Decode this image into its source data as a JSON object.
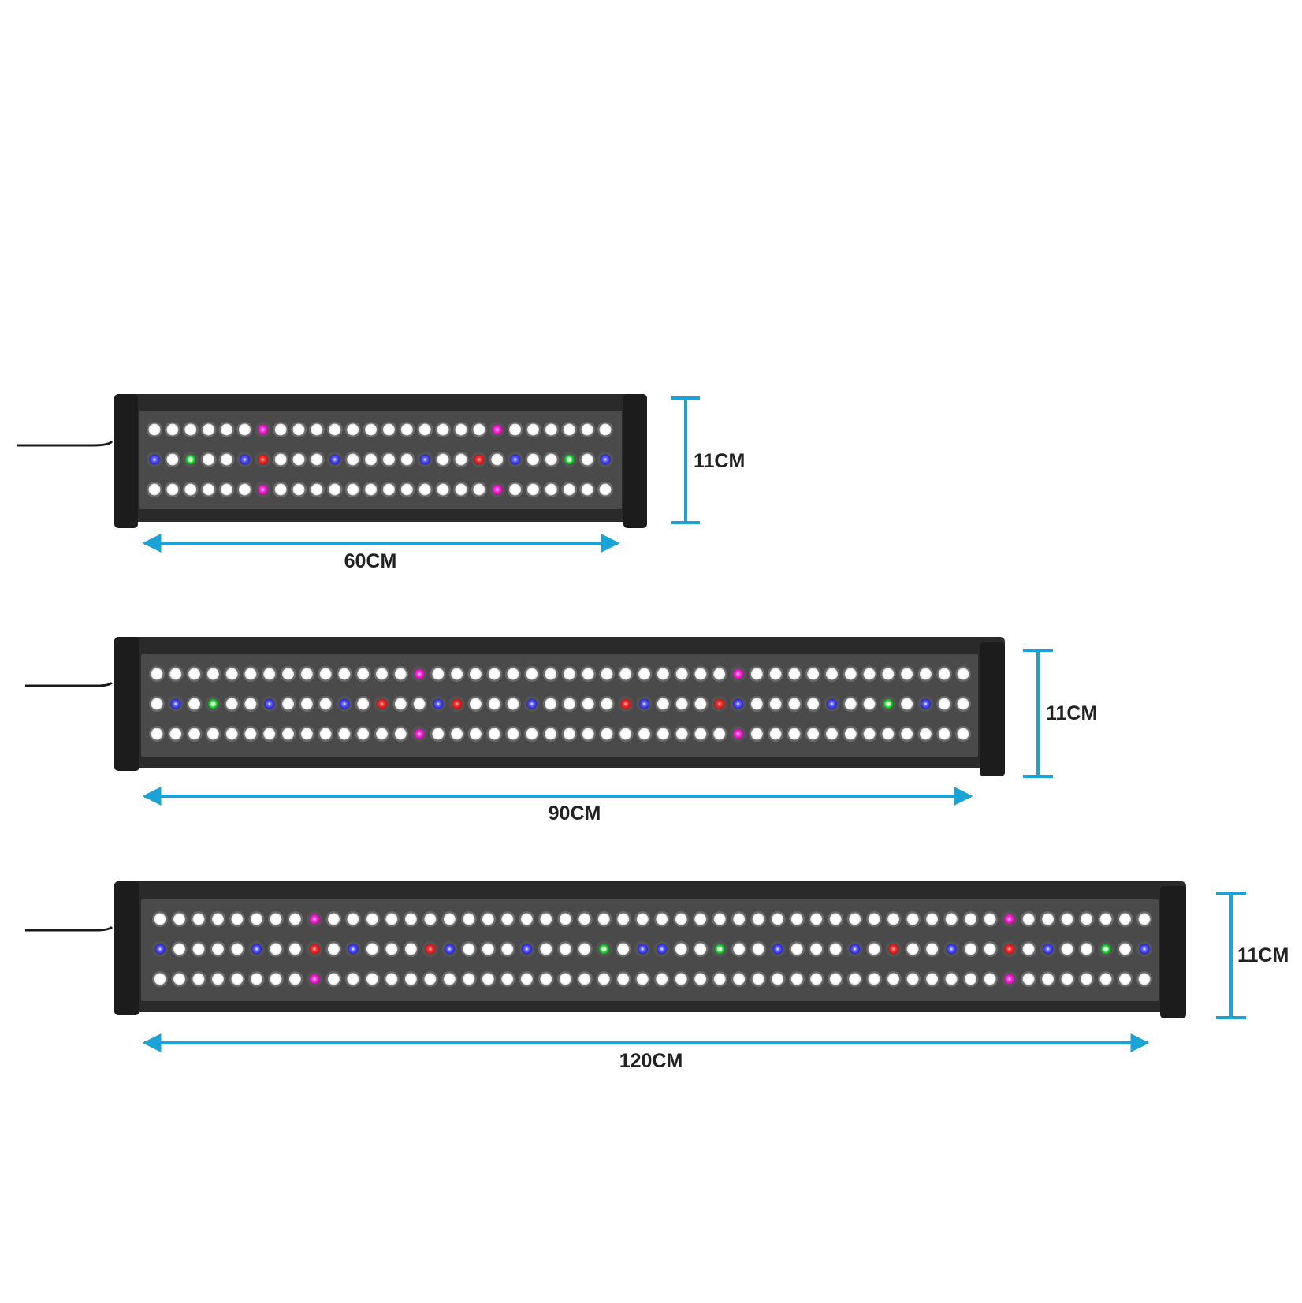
{
  "colors": {
    "background": "#ffffff",
    "housing": "#2a2a2a",
    "end_cap": "#1c1c1c",
    "panel": "#4a4a4a",
    "cable": "#1a1a1a",
    "dimension_line": "#1aa3d6",
    "led_white": "#ffffff",
    "led_blue": "#3c3cff",
    "led_red": "#ff2a2a",
    "led_green": "#22dd33",
    "led_pink": "#ff22dd"
  },
  "lights": [
    {
      "id": "60",
      "width_label": "60CM",
      "height_label": "11CM",
      "led_rows": [
        "WWWWWWPWWWWWWWWWWWWPWWWWWW",
        "BWGWWBRWWWBWWWWBWWRWBWWGWB",
        "WWWWWWPWWWWWWWWWWWWPWWWWWW"
      ]
    },
    {
      "id": "90",
      "width_label": "90CM",
      "height_label": "11CM",
      "led_rows": [
        "WWWWWWWWWWWWWWPWWWWWWWWWWWWWWWWPWWWWWWWWWWWW",
        "WBWGWWBWWWBWRWWBRWWWBWWWWRBWWWRBWWWWBWWGWBWW",
        "WWWWWWWWWWWWWWPWWWWWWWWWWWWWWWWPWWWWWWWWWWWW"
      ]
    },
    {
      "id": "120",
      "width_label": "120CM",
      "height_label": "11CM",
      "led_rows": [
        "WWWWWWWWPWWWWWWWWWWWWWWWWWWWWWWWWWWWWWWWWWWWPWWWWWWW",
        "BWWWWBWWRWBWWWRBWWWBWWWGWBBWWGWWBWWWBWRWWBWWRWBWWGWB",
        "WWWWWWWWPWWWWWWWWWWWWWWWWWWWWWWWWWWWWWWWWWWWPWWWWWWW"
      ]
    }
  ]
}
